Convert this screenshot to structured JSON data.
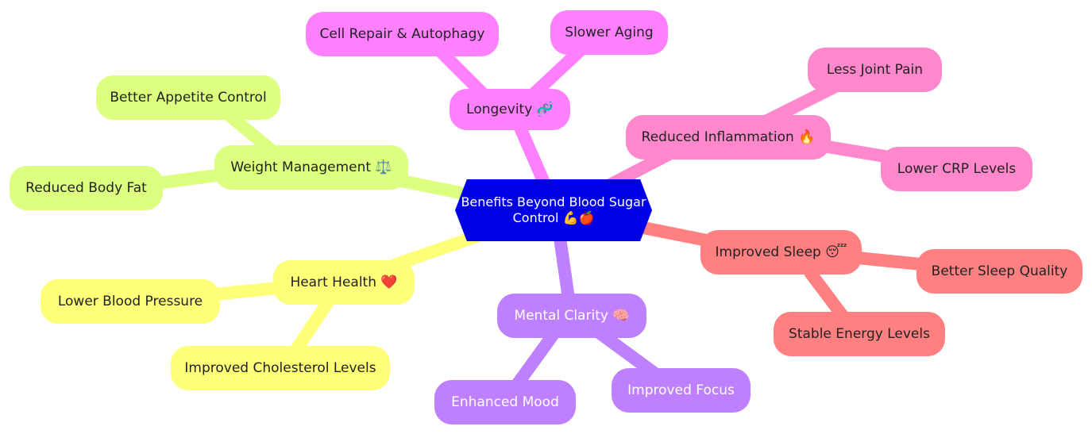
{
  "mindmap": {
    "root": {
      "label": "Benefits Beyond Blood Sugar Control 💪🍎",
      "color": "#0000e6"
    },
    "branches": {
      "longevity": {
        "label": "Longevity 🧬",
        "color": "#ff80ff",
        "children": [
          "Cell Repair & Autophagy",
          "Slower Aging"
        ]
      },
      "inflammation": {
        "label": "Reduced Inflammation 🔥",
        "color": "#ff88cc",
        "children": [
          "Less Joint Pain",
          "Lower CRP Levels"
        ]
      },
      "sleep": {
        "label": "Improved Sleep 😴",
        "color": "#ff8080",
        "children": [
          "Better Sleep Quality",
          "Stable Energy Levels"
        ]
      },
      "mental": {
        "label": "Mental Clarity 🧠",
        "color": "#bf80ff",
        "children": [
          "Enhanced Mood",
          "Improved Focus"
        ]
      },
      "heart": {
        "label": "Heart Health ❤️",
        "color": "#ffff78",
        "children": [
          "Lower Blood Pressure",
          "Improved Cholesterol Levels"
        ]
      },
      "weight": {
        "label": "Weight Management ⚖️",
        "color": "#ddff80",
        "children": [
          "Better Appetite Control",
          "Reduced Body Fat"
        ]
      }
    }
  }
}
